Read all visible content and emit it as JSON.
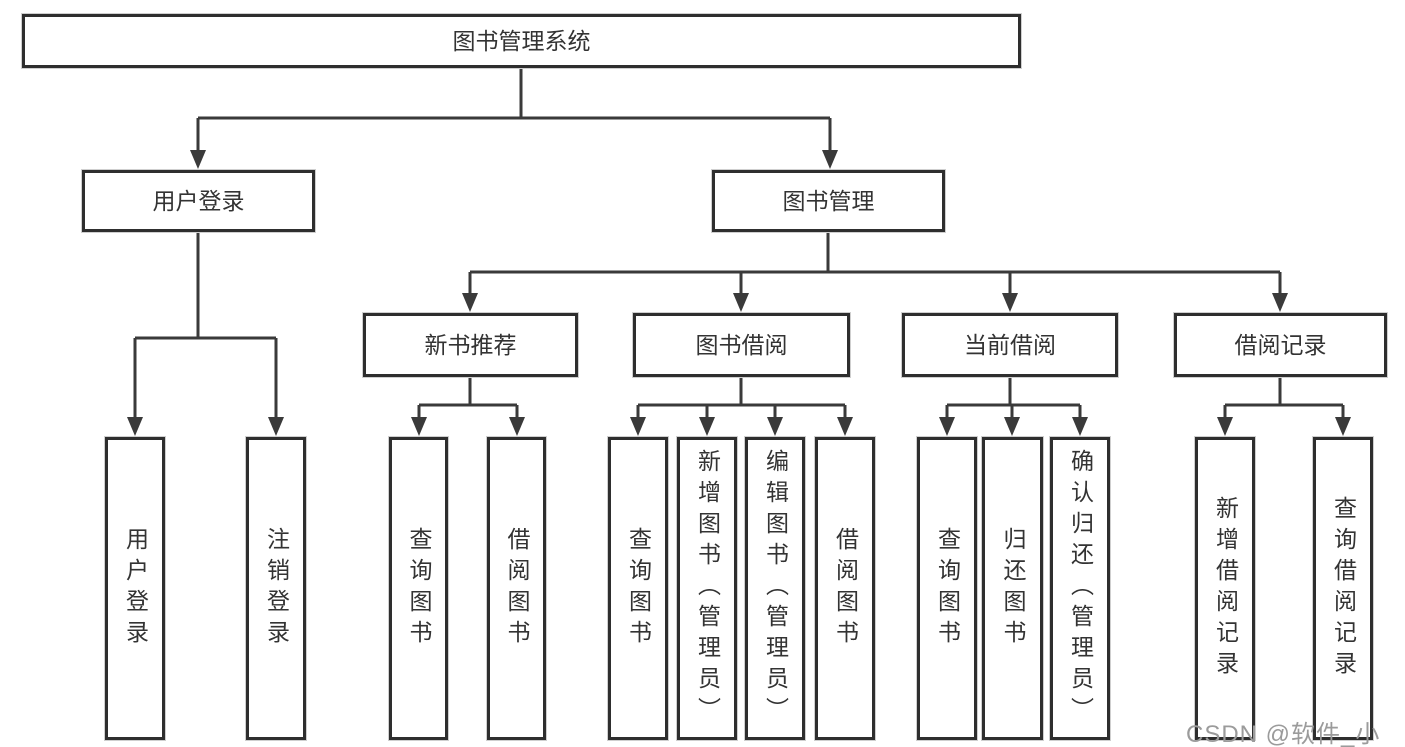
{
  "diagram_type": "tree",
  "root": {
    "label": "图书管理系统"
  },
  "tree": {
    "user": {
      "label": "用户登录",
      "children": [
        {
          "label": "用户登录"
        },
        {
          "label": "注销登录"
        }
      ]
    },
    "book": {
      "label": "图书管理",
      "children": [
        {
          "label": "新书推荐",
          "children": [
            {
              "label": "查询图书"
            },
            {
              "label": "借阅图书"
            }
          ]
        },
        {
          "label": "图书借阅",
          "children": [
            {
              "label": "查询图书"
            },
            {
              "label": "新增图书（管理员）"
            },
            {
              "label": "编辑图书（管理员）"
            },
            {
              "label": "借阅图书"
            }
          ]
        },
        {
          "label": "当前借阅",
          "children": [
            {
              "label": "查询图书"
            },
            {
              "label": "归还图书"
            },
            {
              "label": "确认归还（管理员）"
            }
          ]
        },
        {
          "label": "借阅记录",
          "children": [
            {
              "label": "新增借阅记录"
            },
            {
              "label": "查询借阅记录"
            }
          ]
        }
      ]
    }
  },
  "watermark": {
    "label": "CSDN @软件_小贺同学"
  },
  "colors": {
    "line": "#3a3a3a",
    "border": "#2e2e2e",
    "text": "#333333",
    "watermark": "#9b9b9b",
    "background": "#ffffff"
  }
}
